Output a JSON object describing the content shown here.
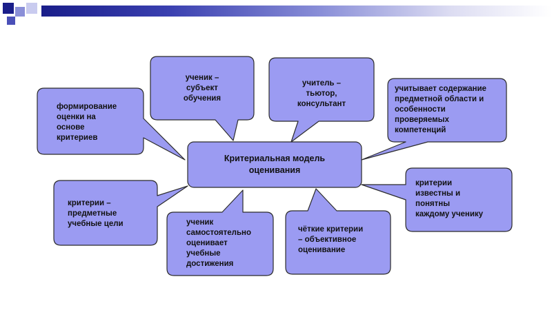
{
  "colors": {
    "box_fill": "#9b9bf2",
    "box_stroke": "#2b2b2b",
    "header_dark": "#1a1e8a",
    "text": "#111111"
  },
  "center": {
    "text": "Критериальная модель\nоценивания"
  },
  "bubbles": [
    {
      "id": "formation",
      "text": "формирование\nоценки на\nоснове\nкритериев"
    },
    {
      "id": "student-subject",
      "text": "ученик –\nсубъект\nобучения"
    },
    {
      "id": "teacher-tutor",
      "text": "учитель –\nтьютор,\nконсультант"
    },
    {
      "id": "subject-content",
      "text": "учитывает содержание\nпредметной области и\nособенности\nпроверяемых\nкомпетенций"
    },
    {
      "id": "criteria-goals",
      "text": "критерии –\nпредметные\nучебные цели"
    },
    {
      "id": "self-assessment",
      "text": "ученик\nсамостоятельно\nоценивает\nучебные\nдостижения"
    },
    {
      "id": "clear-criteria",
      "text": "чёткие критерии\n– объективное\nоценивание"
    },
    {
      "id": "known-criteria",
      "text": "критерии\nизвестны и\nпонятны\nкаждому ученику"
    }
  ]
}
